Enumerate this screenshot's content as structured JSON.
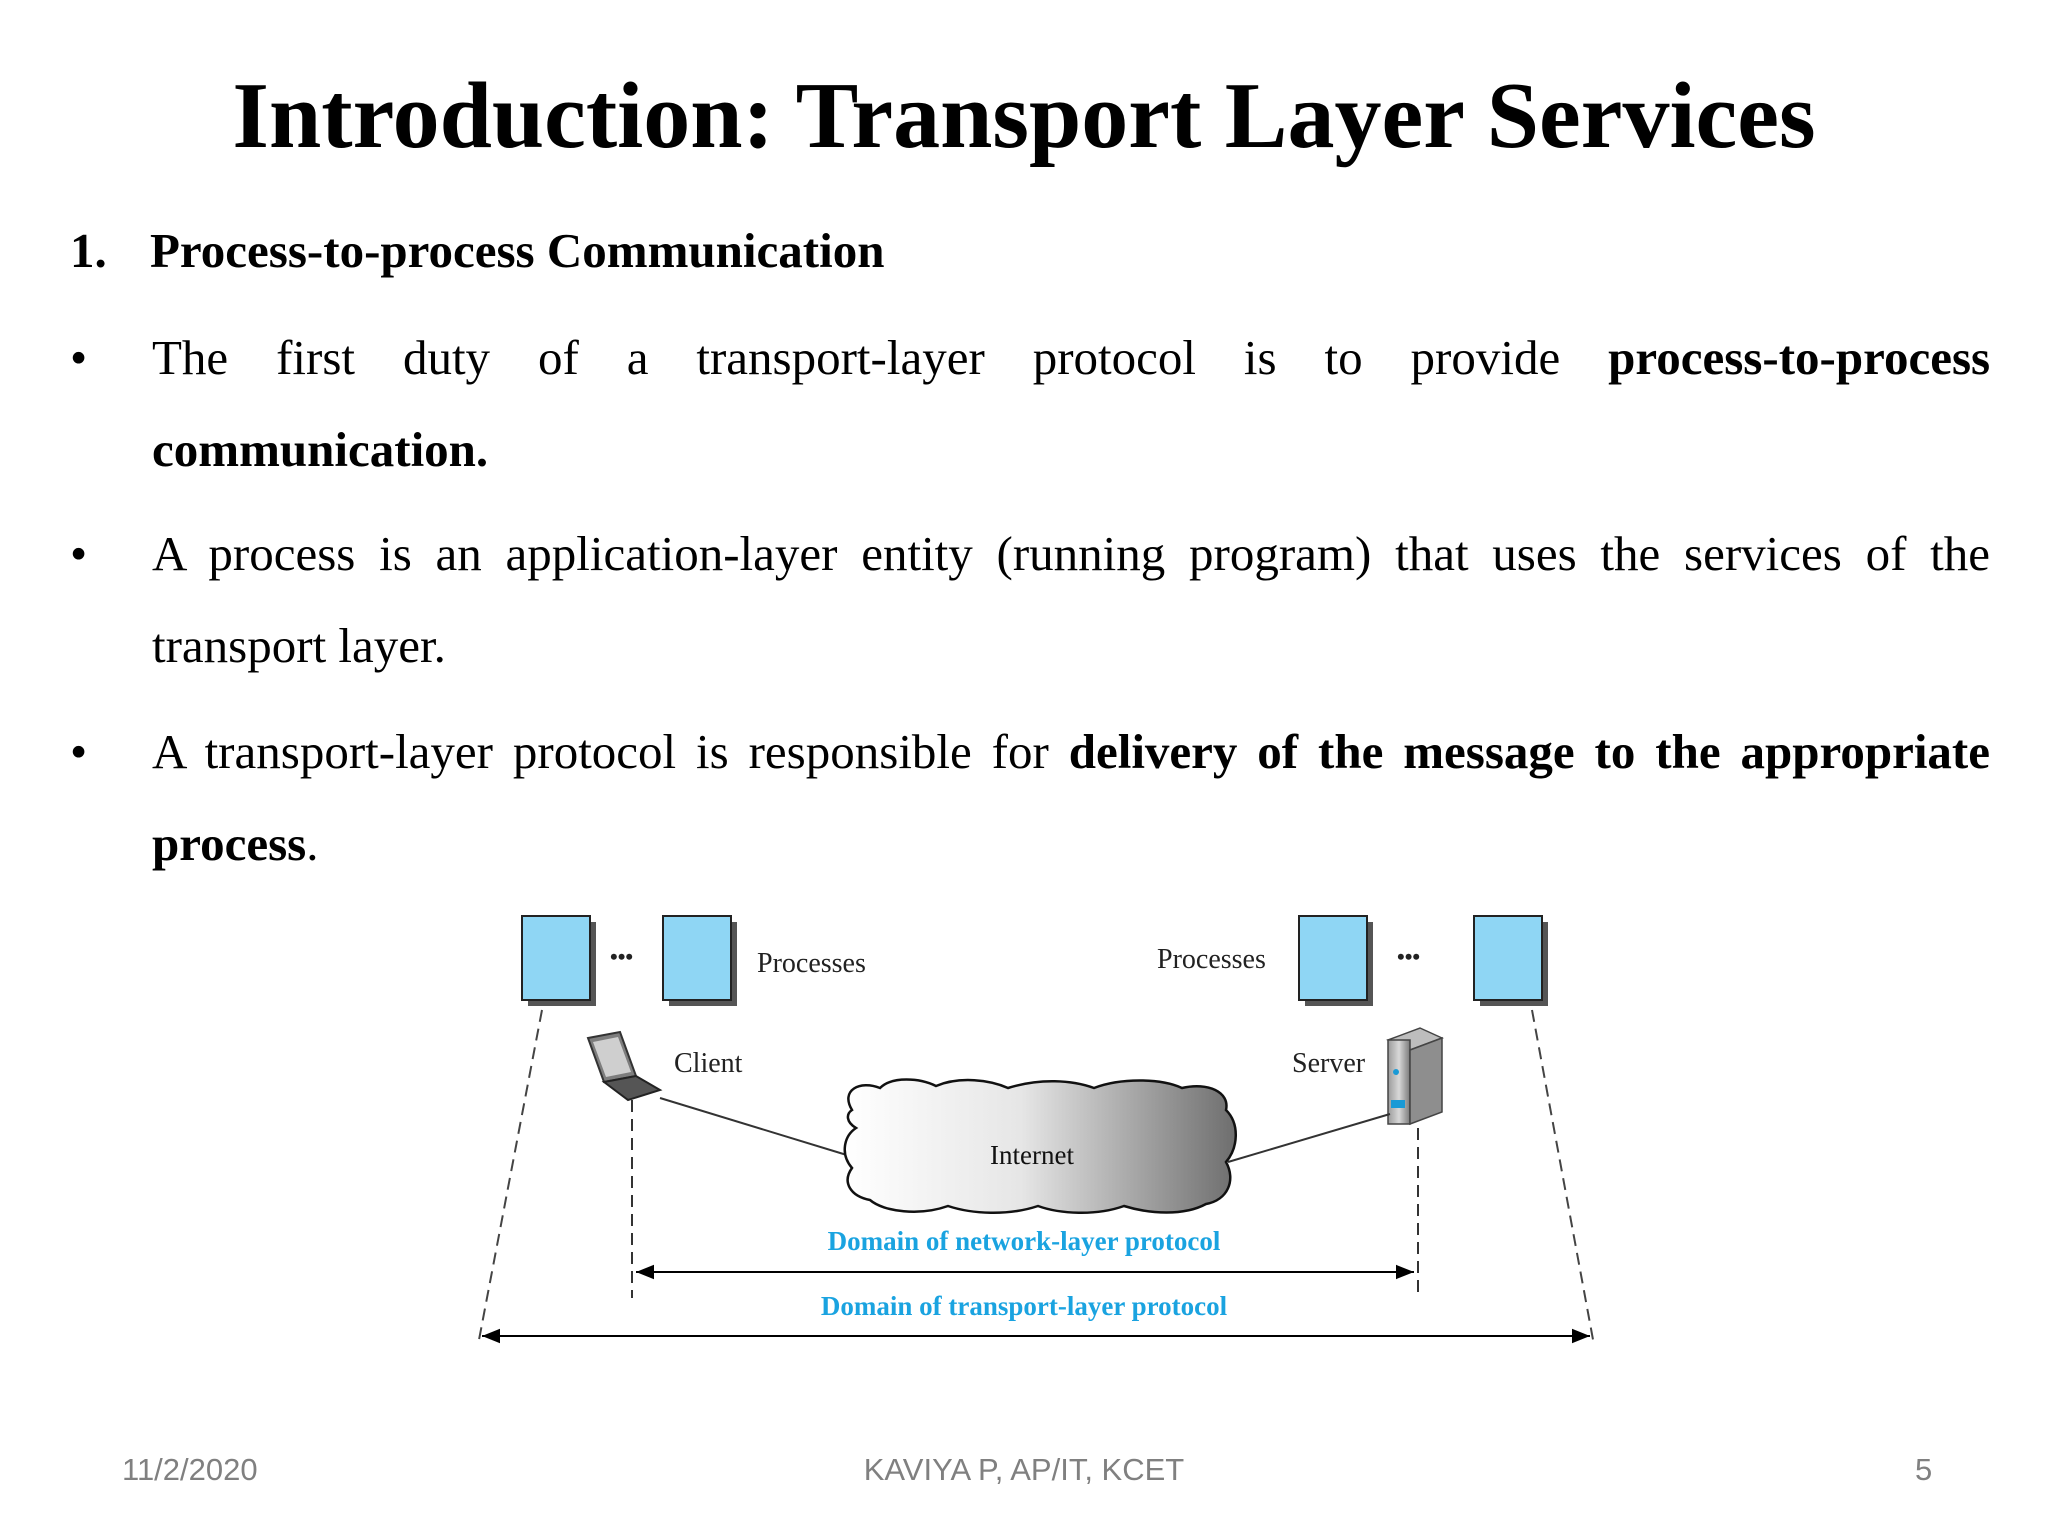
{
  "title": "Introduction: Transport Layer Services",
  "section": {
    "number": "1.",
    "heading": "Process-to-process Communication"
  },
  "bullets": [
    {
      "symbol": "•",
      "line1_words": [
        "The",
        "first",
        "duty",
        "of",
        "a",
        "transport-layer",
        "protocol",
        "is",
        "to",
        "provide"
      ],
      "bold_tail": "process-to-process",
      "bold_line2": "communication."
    },
    {
      "symbol": "•",
      "text": "A process is an application-layer entity (running program) that uses the services of the transport layer."
    },
    {
      "symbol": "•",
      "pre": "A transport-layer protocol is responsible for ",
      "bold": "delivery of the message to the appropriate process",
      "post": "."
    }
  ],
  "diagram": {
    "left_processes_label": "Processes",
    "right_processes_label": "Processes",
    "ellipsis": "•••",
    "client_label": "Client",
    "server_label": "Server",
    "cloud_label": "Internet",
    "network_domain_label": "Domain of network-layer protocol",
    "transport_domain_label": "Domain of transport-layer protocol",
    "box_color": "#8fd6f4",
    "domain_label_color": "#1aa3e0"
  },
  "footer": {
    "date": "11/2/2020",
    "author": "KAVIYA P, AP/IT, KCET",
    "page": "5"
  }
}
